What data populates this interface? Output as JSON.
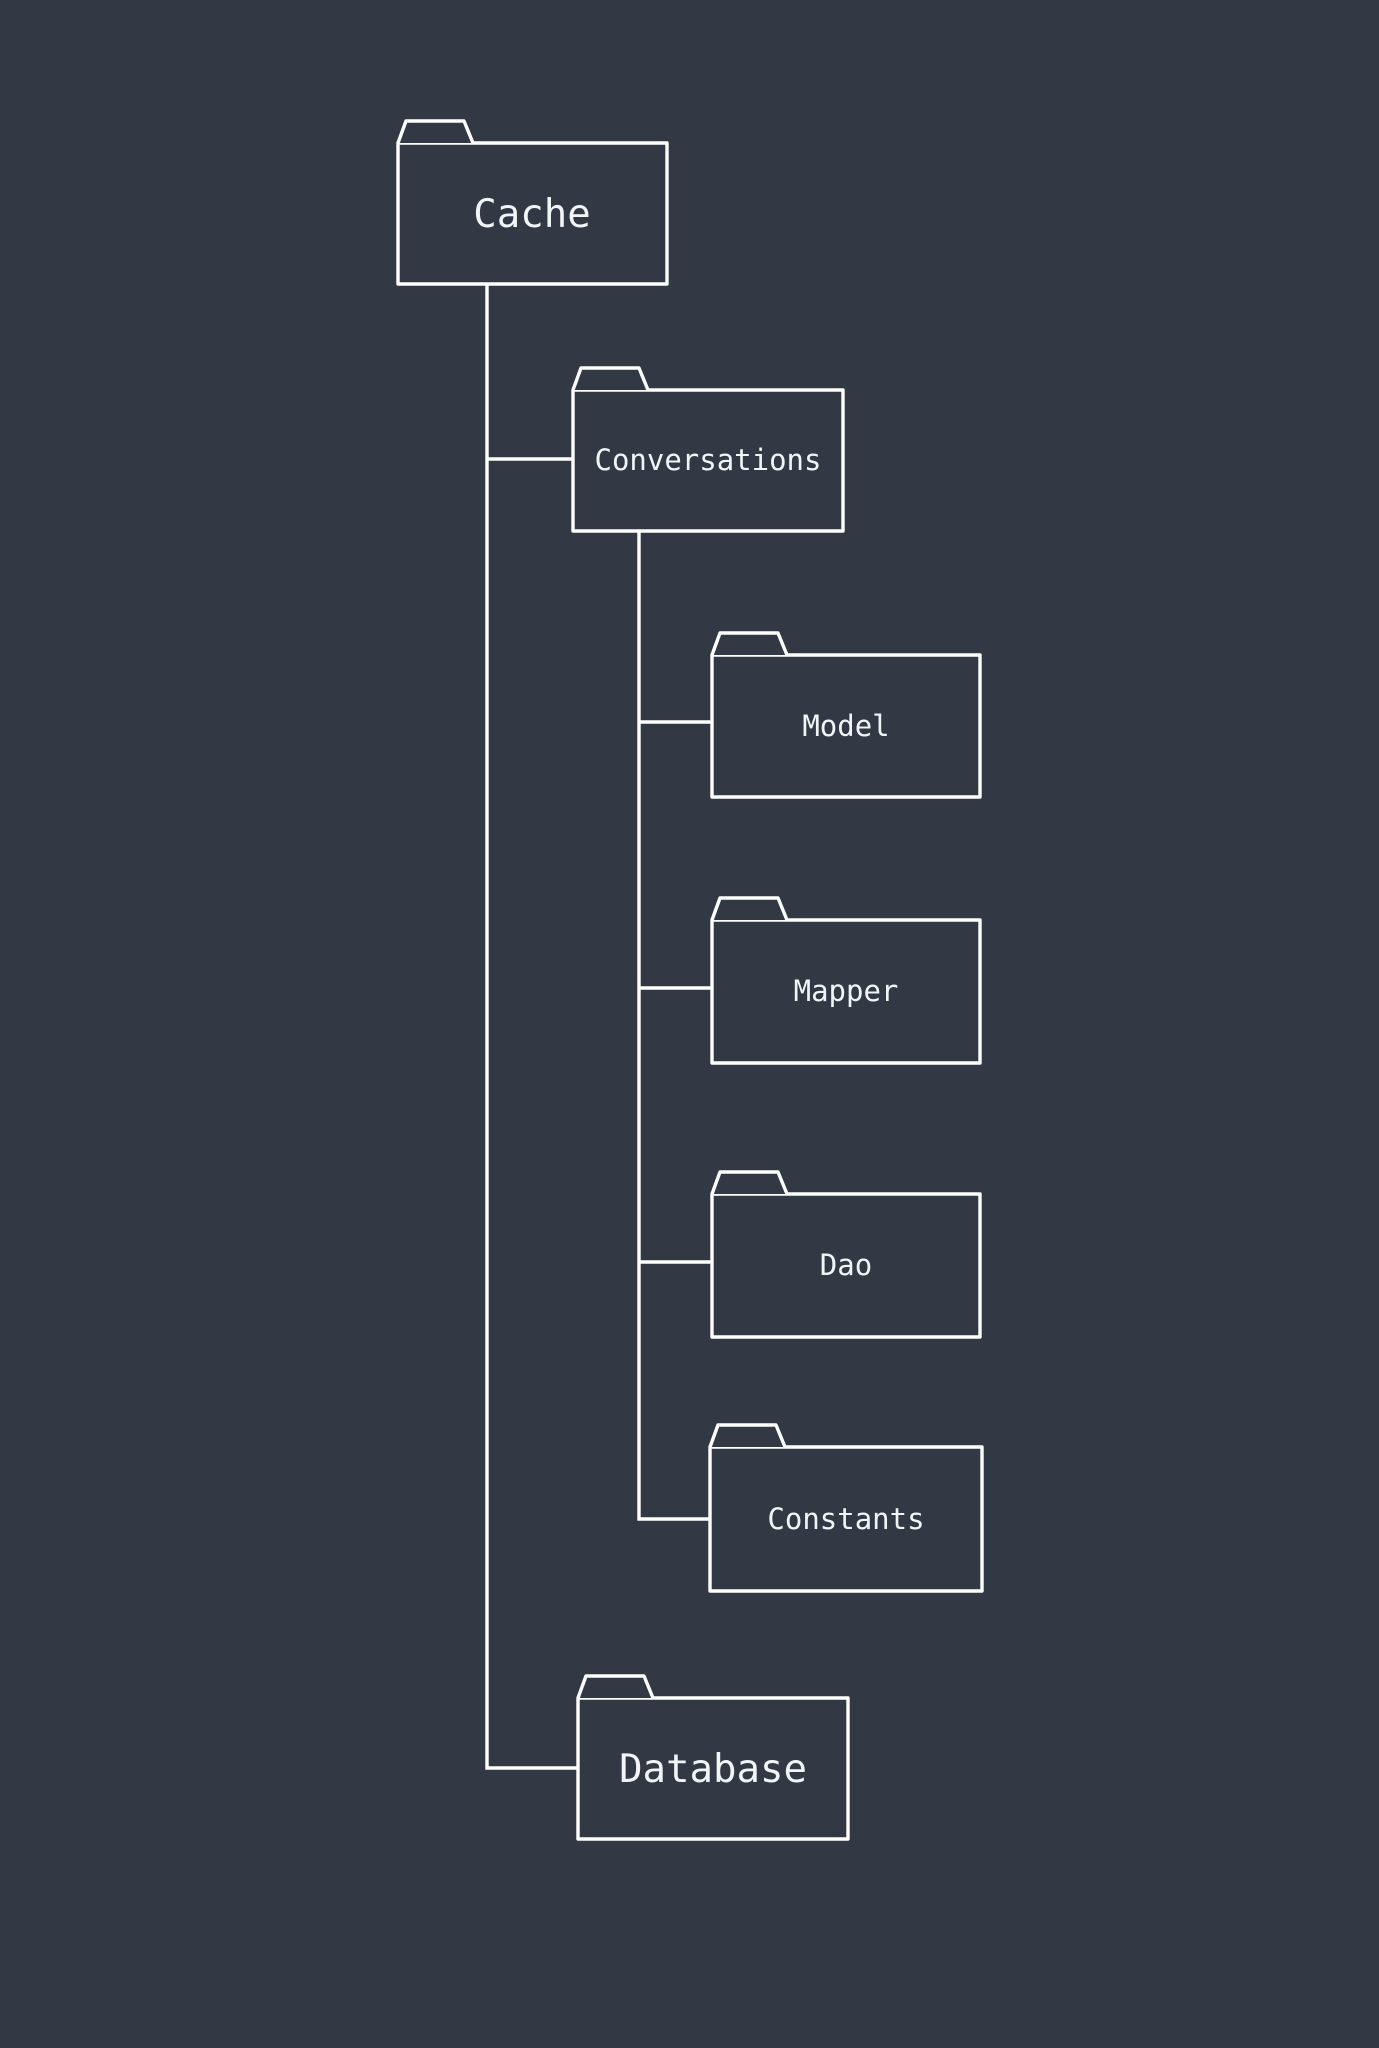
{
  "colors": {
    "background": "#323944",
    "node_fill": "#323944",
    "stroke": "#ffffff",
    "text": "#f2f5f7"
  },
  "diagram": {
    "type": "folder-tree",
    "root": "Cache",
    "nodes": {
      "cache": {
        "label": "Cache",
        "level": 0
      },
      "conversations": {
        "label": "Conversations",
        "level": 1
      },
      "model": {
        "label": "Model",
        "level": 2
      },
      "mapper": {
        "label": "Mapper",
        "level": 2
      },
      "dao": {
        "label": "Dao",
        "level": 2
      },
      "constants": {
        "label": "Constants",
        "level": 2
      },
      "database": {
        "label": "Database",
        "level": 1
      }
    },
    "edges": [
      {
        "from": "Cache",
        "to": "Conversations"
      },
      {
        "from": "Cache",
        "to": "Database"
      },
      {
        "from": "Conversations",
        "to": "Model"
      },
      {
        "from": "Conversations",
        "to": "Mapper"
      },
      {
        "from": "Conversations",
        "to": "Dao"
      },
      {
        "from": "Conversations",
        "to": "Constants"
      }
    ]
  }
}
